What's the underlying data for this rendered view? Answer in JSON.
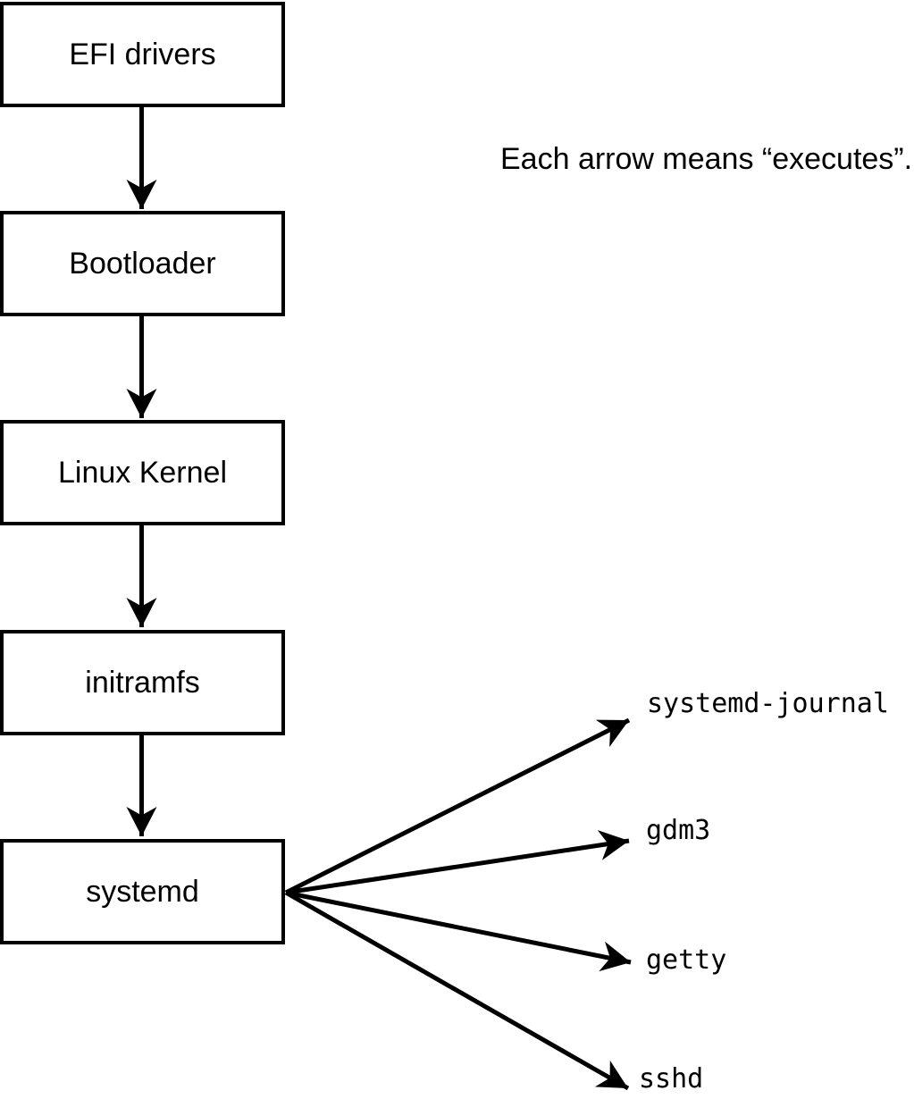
{
  "annotation": {
    "text": "Each arrow means “executes”."
  },
  "boot_chain": {
    "boxes": [
      {
        "label": "EFI drivers"
      },
      {
        "label": "Bootloader"
      },
      {
        "label": "Linux Kernel"
      },
      {
        "label": "initramfs"
      },
      {
        "label": "systemd"
      }
    ]
  },
  "services": {
    "items": [
      {
        "label": "systemd-journal"
      },
      {
        "label": "gdm3"
      },
      {
        "label": "getty"
      },
      {
        "label": "sshd"
      }
    ]
  },
  "colors": {
    "stroke": "#000000",
    "box_fill": "#ffffff",
    "background": "#ffffff",
    "text": "#000000"
  }
}
